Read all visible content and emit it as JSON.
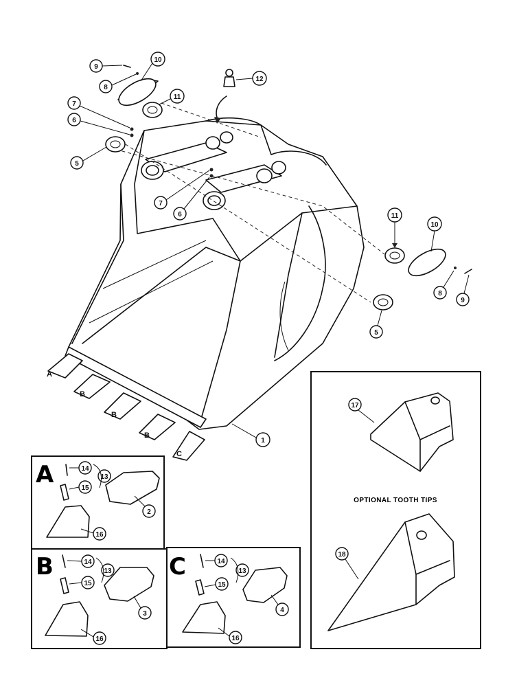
{
  "callouts": {
    "c1": "1",
    "c2": "2",
    "c3": "3",
    "c4": "4",
    "c5a": "5",
    "c5b": "5",
    "c6a": "6",
    "c6b": "6",
    "c7a": "7",
    "c7b": "7",
    "c8a": "8",
    "c8b": "8",
    "c9a": "9",
    "c9b": "9",
    "c10a": "10",
    "c10b": "10",
    "c11a": "11",
    "c11b": "11",
    "c12": "12",
    "c13a": "13",
    "c13b": "13",
    "c13c": "13",
    "c14a": "14",
    "c14b": "14",
    "c14c": "14",
    "c15a": "15",
    "c15b": "15",
    "c15c": "15",
    "c16a": "16",
    "c16b": "16",
    "c16c": "16",
    "c17": "17",
    "c18": "18"
  },
  "tooth_letters": {
    "t1": "A",
    "t2": "B",
    "t3": "B",
    "t4": "B",
    "t5": "C"
  },
  "detail_panels": {
    "a": "A",
    "b": "B",
    "c": "C"
  },
  "optional_caption": "OPTIONAL TOOTH TIPS"
}
